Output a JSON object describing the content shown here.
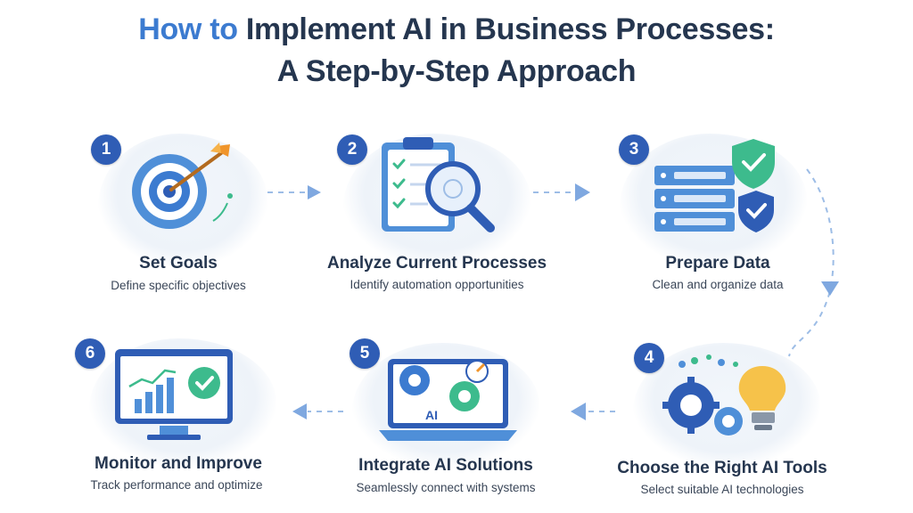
{
  "title": {
    "accent": "How to",
    "rest": "Implement AI in Business Processes:",
    "line2": "A Step-by-Step Approach"
  },
  "steps": [
    {
      "number": "1",
      "title": "Set Goals",
      "description": "Define specific objectives",
      "icon": "target-icon"
    },
    {
      "number": "2",
      "title": "Analyze Current Processes",
      "description": "Identify automation opportunities",
      "icon": "clipboard-magnifier-icon"
    },
    {
      "number": "3",
      "title": "Prepare Data",
      "description": "Clean and organize data",
      "icon": "server-shield-icon"
    },
    {
      "number": "4",
      "title": "Choose the Right AI Tools",
      "description": "Select suitable AI technologies",
      "icon": "gears-lightbulb-icon"
    },
    {
      "number": "5",
      "title": "Integrate AI Solutions",
      "description": "Seamlessly connect with systems",
      "icon": "laptop-gears-icon"
    },
    {
      "number": "6",
      "title": "Monitor and Improve",
      "description": "Track performance and optimize",
      "icon": "monitor-chart-icon"
    }
  ],
  "colors": {
    "accent_blue": "#3c7bd0",
    "title_navy": "#25364f",
    "badge_blue": "#2f5db5",
    "check_green": "#3dbb8d",
    "arrow_orange": "#f0952b",
    "connector_blue": "#8fb4e3"
  }
}
